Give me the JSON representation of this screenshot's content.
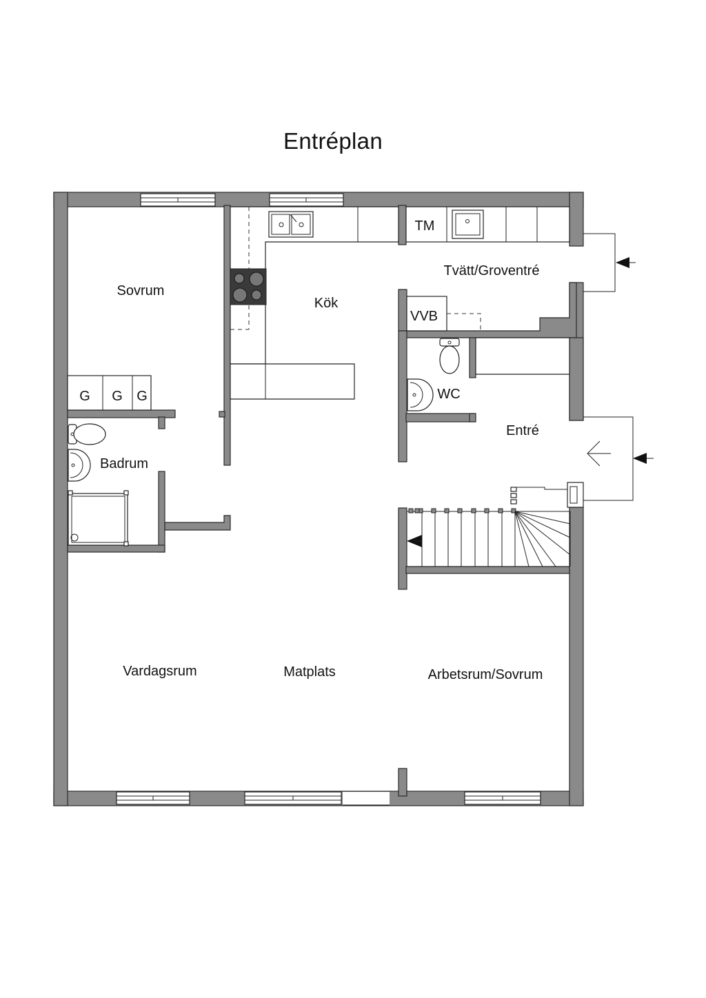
{
  "title": "Entréplan",
  "rooms": {
    "sovrum": "Sovrum",
    "kok": "Kök",
    "tvatt": "Tvätt/Groventré",
    "tm": "TM",
    "vvb": "VVB",
    "wc": "WC",
    "entre": "Entré",
    "badrum": "Badrum",
    "vardagsrum": "Vardagsrum",
    "matplats": "Matplats",
    "arbetsrum": "Arbetsrum/Sovrum"
  },
  "closets": [
    "G",
    "G",
    "G"
  ],
  "colors": {
    "wall": "#8a8a8a",
    "line": "#222222",
    "background": "#ffffff"
  },
  "icons": [
    "entry-arrow-icon",
    "stair-direction-arrow-icon",
    "hob-icon",
    "sink-icon",
    "toilet-icon",
    "washbasin-icon",
    "shower-icon"
  ]
}
